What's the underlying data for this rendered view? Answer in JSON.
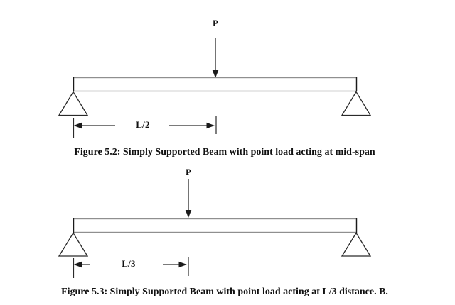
{
  "document": {
    "background_color": "#ffffff",
    "line_color": "#2a2a2a",
    "beam_edge_color": "#8f8f8f",
    "text_color": "#111111"
  },
  "figures": [
    {
      "number": "5.2",
      "load_label": "P",
      "load_position": "mid-span",
      "dimension_label": "L/2",
      "caption": "Figure 5.2: Simply Supported Beam with point load acting at mid-span",
      "beam_type": "simply supported",
      "supports": [
        "pin-left",
        "pin-right"
      ]
    },
    {
      "number": "5.3",
      "load_label": "P",
      "load_position": "L/3 distance",
      "dimension_label": "L/3",
      "caption": "Figure 5.3: Simply Supported Beam with point load acting at L/3 distance. B.",
      "beam_type": "simply supported",
      "supports": [
        "pin-left",
        "pin-right"
      ]
    }
  ]
}
